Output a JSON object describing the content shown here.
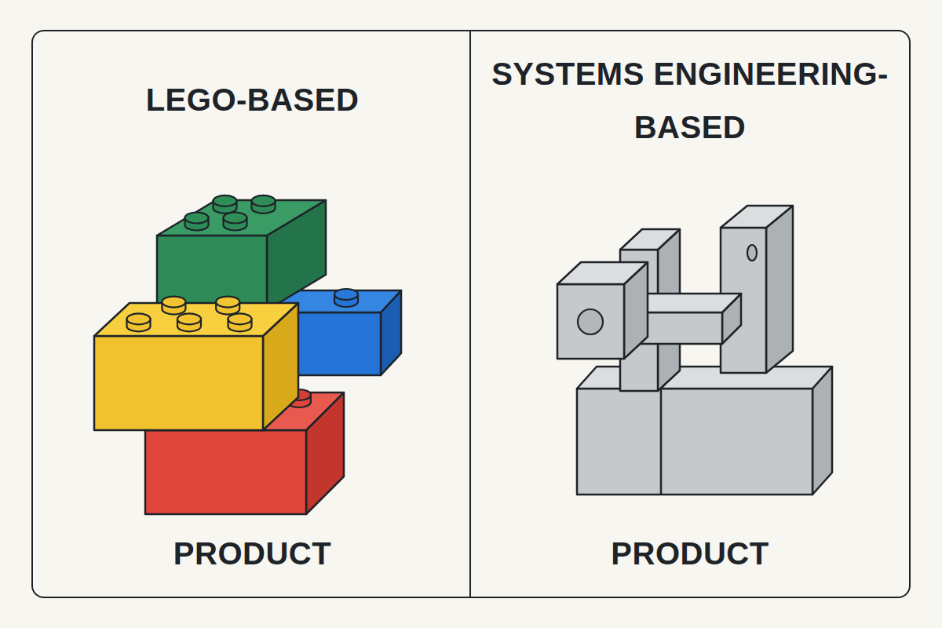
{
  "diagram": {
    "nodes": [
      {
        "text": [
          "LEGO-BASED",
          "PRODUCT"
        ]
      },
      {
        "text": [
          "SYSTEMS ENGINEERING-BASED",
          "PRODUCT"
        ]
      }
    ]
  }
}
